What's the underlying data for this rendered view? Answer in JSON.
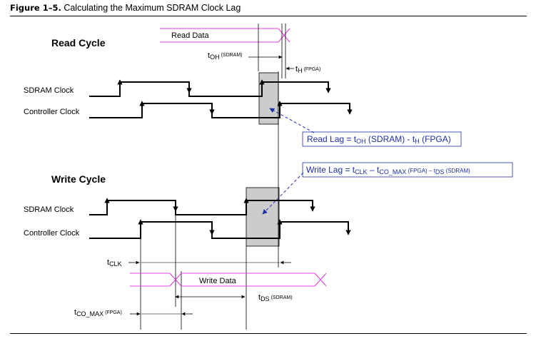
{
  "figure": {
    "number": "Figure 1–5.",
    "title": "Calculating the Maximum SDRAM Clock Lag"
  },
  "read_cycle": {
    "heading": "Read Cycle",
    "read_data": "Read Data",
    "t_oh": {
      "t": "t",
      "sub": "OH",
      "qual": "(SDRAM)"
    },
    "t_h": {
      "t": "t",
      "sub": "H",
      "qual": "(FPGA)"
    },
    "sdram_clock": "SDRAM Clock",
    "controller_clock": "Controller Clock",
    "lag_box": {
      "prefix": "Read Lag = t",
      "sub1": "OH",
      "mid1": " (SDRAM) - t",
      "sub2": "H",
      "mid2": " (FPGA)"
    }
  },
  "write_cycle": {
    "heading": "Write Cycle",
    "sdram_clock": "SDRAM Clock",
    "controller_clock": "Controller Clock",
    "lag_box": {
      "prefix": "Write Lag = t",
      "sub1": "CLK",
      "mid1": " – t",
      "sub2": "CO_MAX",
      "mid2": " (FPGA) – t",
      "sub3": "DS",
      "mid3": " (SDRAM)"
    },
    "t_clk": {
      "t": "t",
      "sub": "CLK"
    },
    "write_data": "Write Data",
    "t_ds": {
      "t": "t",
      "sub": "DS",
      "qual": "(SDRAM)"
    },
    "t_co_max": {
      "t": "t",
      "sub": "CO_MAX",
      "qual": "(FPGA)"
    }
  },
  "colors": {
    "signal": "#000000",
    "data_bus": "#e040e0",
    "annotation": "#1c2fa8",
    "shaded_window": "#cccccc"
  }
}
